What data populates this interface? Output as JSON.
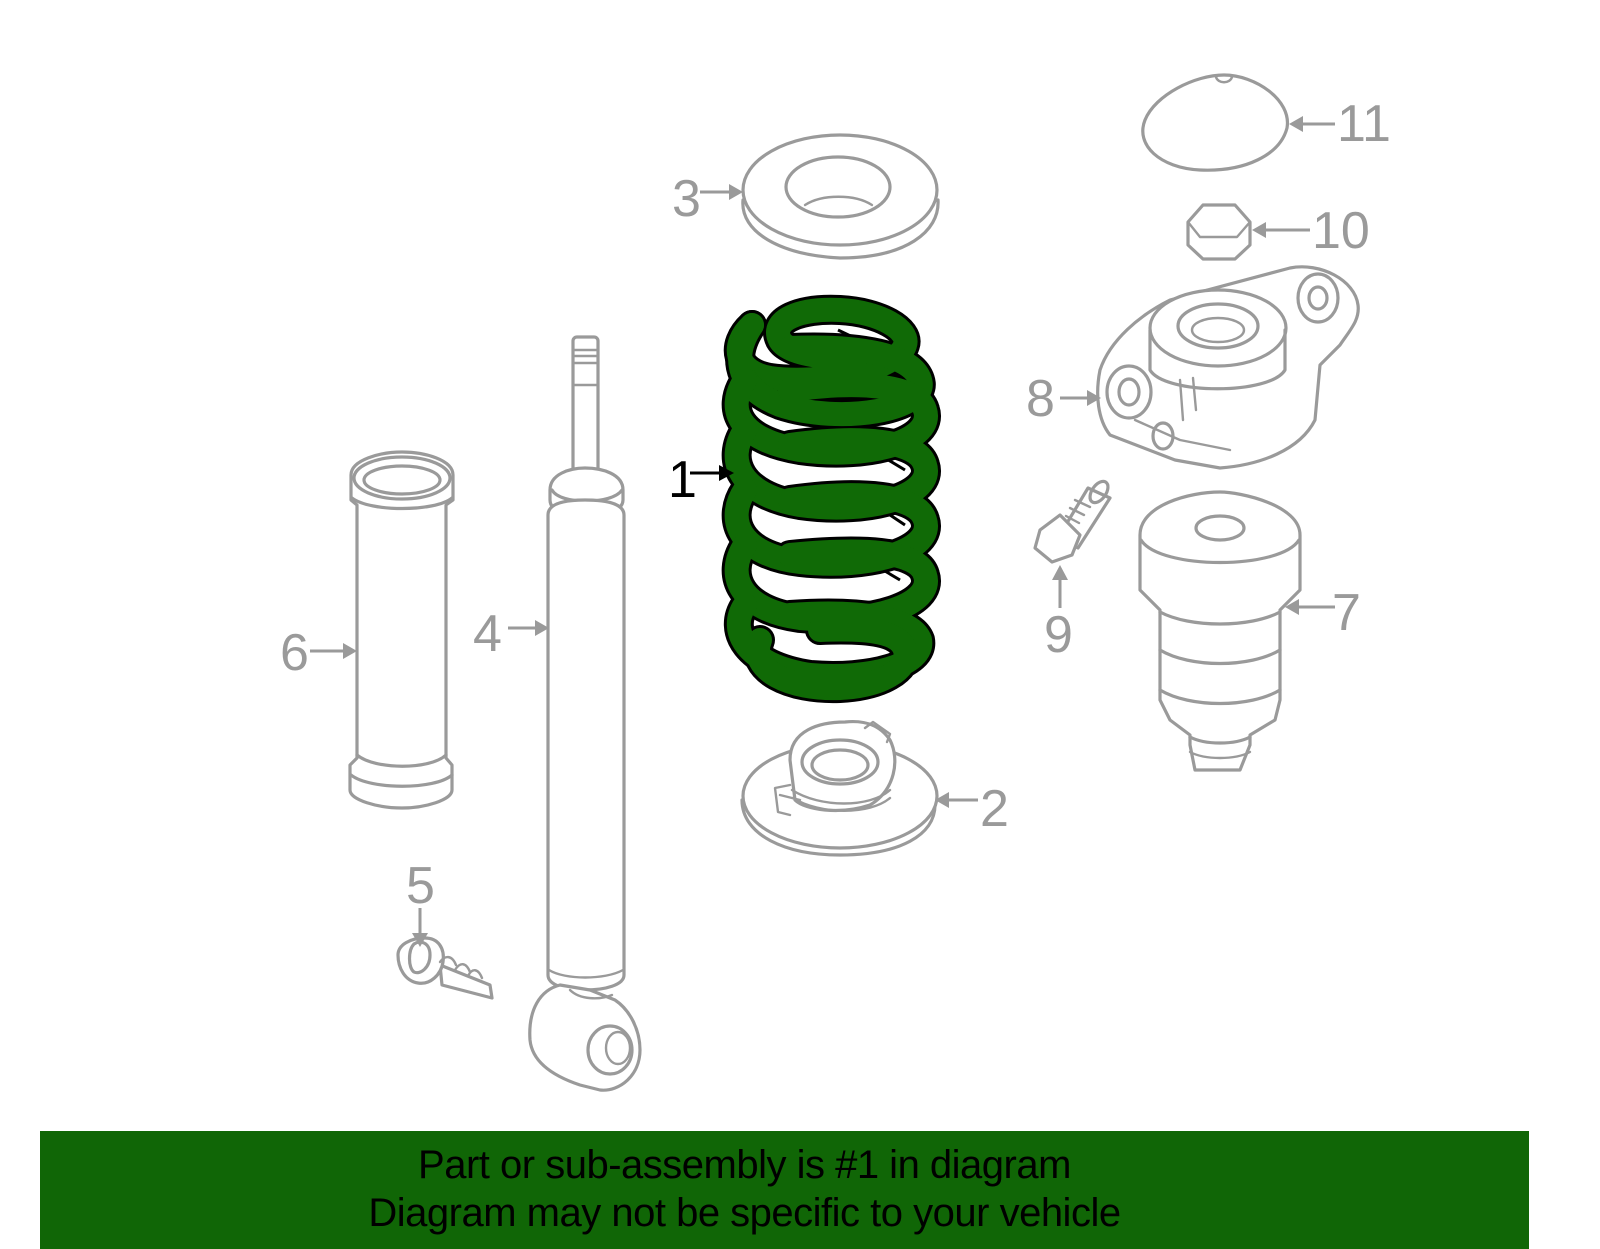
{
  "diagram": {
    "title": "Rear suspension coil spring assembly",
    "highlight_color": "#106606",
    "line_color": "#9a9a9a",
    "highlighted_part": "1",
    "callouts": [
      {
        "number": "1",
        "part": "coil-spring",
        "highlighted": true
      },
      {
        "number": "2",
        "part": "lower-spring-seat"
      },
      {
        "number": "3",
        "part": "upper-spring-pad"
      },
      {
        "number": "4",
        "part": "shock-absorber"
      },
      {
        "number": "5",
        "part": "lower-mount-bolt"
      },
      {
        "number": "6",
        "part": "dust-boot"
      },
      {
        "number": "7",
        "part": "bump-stop"
      },
      {
        "number": "8",
        "part": "upper-strut-mount"
      },
      {
        "number": "9",
        "part": "mount-bolt"
      },
      {
        "number": "10",
        "part": "nut"
      },
      {
        "number": "11",
        "part": "dust-cap"
      }
    ]
  },
  "banner": {
    "line1": "Part or sub-assembly is #1 in diagram",
    "line2": "Diagram may not be specific to your vehicle",
    "background": "#106606"
  }
}
